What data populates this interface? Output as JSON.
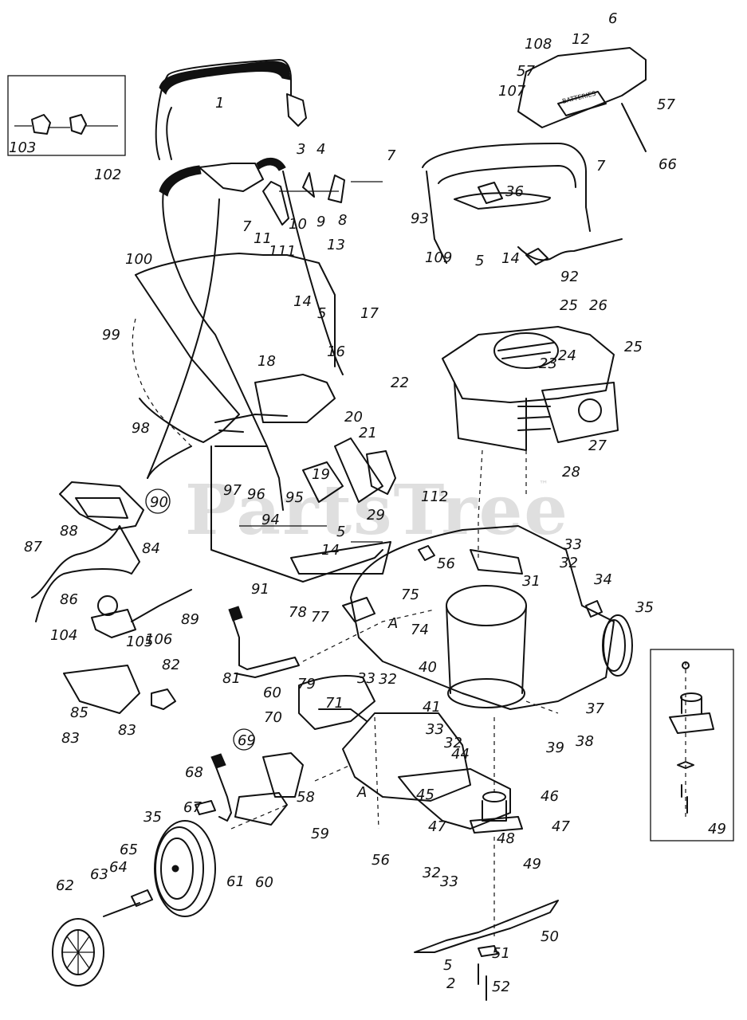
{
  "watermark": {
    "text": "PartsTree",
    "trademark": "™"
  },
  "decal_text": "BATTERIES",
  "callouts": [
    {
      "id": "c-1",
      "text": "1"
    },
    {
      "id": "c-2",
      "text": "2"
    },
    {
      "id": "c-3",
      "text": "3"
    },
    {
      "id": "c-4",
      "text": "4"
    },
    {
      "id": "c-5a",
      "text": "5"
    },
    {
      "id": "c-5b",
      "text": "5"
    },
    {
      "id": "c-5c",
      "text": "5"
    },
    {
      "id": "c-5d",
      "text": "5"
    },
    {
      "id": "c-6",
      "text": "6"
    },
    {
      "id": "c-7a",
      "text": "7"
    },
    {
      "id": "c-7b",
      "text": "7"
    },
    {
      "id": "c-7c",
      "text": "7"
    },
    {
      "id": "c-8",
      "text": "8"
    },
    {
      "id": "c-9",
      "text": "9"
    },
    {
      "id": "c-10",
      "text": "10"
    },
    {
      "id": "c-11",
      "text": "11"
    },
    {
      "id": "c-12",
      "text": "12"
    },
    {
      "id": "c-13",
      "text": "13"
    },
    {
      "id": "c-14a",
      "text": "14"
    },
    {
      "id": "c-14b",
      "text": "14"
    },
    {
      "id": "c-14c",
      "text": "14"
    },
    {
      "id": "c-16",
      "text": "16"
    },
    {
      "id": "c-17",
      "text": "17"
    },
    {
      "id": "c-18",
      "text": "18"
    },
    {
      "id": "c-19",
      "text": "19"
    },
    {
      "id": "c-20",
      "text": "20"
    },
    {
      "id": "c-21",
      "text": "21"
    },
    {
      "id": "c-22",
      "text": "22"
    },
    {
      "id": "c-23",
      "text": "23"
    },
    {
      "id": "c-24",
      "text": "24"
    },
    {
      "id": "c-25a",
      "text": "25"
    },
    {
      "id": "c-25b",
      "text": "25"
    },
    {
      "id": "c-26",
      "text": "26"
    },
    {
      "id": "c-27",
      "text": "27"
    },
    {
      "id": "c-28",
      "text": "28"
    },
    {
      "id": "c-29",
      "text": "29"
    },
    {
      "id": "c-31",
      "text": "31"
    },
    {
      "id": "c-32a",
      "text": "32"
    },
    {
      "id": "c-32b",
      "text": "32"
    },
    {
      "id": "c-32c",
      "text": "32"
    },
    {
      "id": "c-32d",
      "text": "32"
    },
    {
      "id": "c-33a",
      "text": "33"
    },
    {
      "id": "c-33b",
      "text": "33"
    },
    {
      "id": "c-33c",
      "text": "33"
    },
    {
      "id": "c-33d",
      "text": "33"
    },
    {
      "id": "c-34",
      "text": "34"
    },
    {
      "id": "c-35a",
      "text": "35"
    },
    {
      "id": "c-35b",
      "text": "35"
    },
    {
      "id": "c-36",
      "text": "36"
    },
    {
      "id": "c-37",
      "text": "37"
    },
    {
      "id": "c-38",
      "text": "38"
    },
    {
      "id": "c-39",
      "text": "39"
    },
    {
      "id": "c-40",
      "text": "40"
    },
    {
      "id": "c-41",
      "text": "41"
    },
    {
      "id": "c-44",
      "text": "44"
    },
    {
      "id": "c-45",
      "text": "45"
    },
    {
      "id": "c-46",
      "text": "46"
    },
    {
      "id": "c-47a",
      "text": "47"
    },
    {
      "id": "c-47b",
      "text": "47"
    },
    {
      "id": "c-48",
      "text": "48"
    },
    {
      "id": "c-49a",
      "text": "49"
    },
    {
      "id": "c-49b",
      "text": "49"
    },
    {
      "id": "c-50",
      "text": "50"
    },
    {
      "id": "c-51",
      "text": "51"
    },
    {
      "id": "c-52",
      "text": "52"
    },
    {
      "id": "c-56a",
      "text": "56"
    },
    {
      "id": "c-56b",
      "text": "56"
    },
    {
      "id": "c-57a",
      "text": "57"
    },
    {
      "id": "c-57b",
      "text": "57"
    },
    {
      "id": "c-58",
      "text": "58"
    },
    {
      "id": "c-59",
      "text": "59"
    },
    {
      "id": "c-60a",
      "text": "60"
    },
    {
      "id": "c-60b",
      "text": "60"
    },
    {
      "id": "c-61",
      "text": "61"
    },
    {
      "id": "c-62",
      "text": "62"
    },
    {
      "id": "c-63",
      "text": "63"
    },
    {
      "id": "c-64",
      "text": "64"
    },
    {
      "id": "c-65",
      "text": "65"
    },
    {
      "id": "c-66",
      "text": "66"
    },
    {
      "id": "c-67",
      "text": "67"
    },
    {
      "id": "c-68",
      "text": "68"
    },
    {
      "id": "c-69",
      "text": "69"
    },
    {
      "id": "c-70",
      "text": "70"
    },
    {
      "id": "c-71",
      "text": "71"
    },
    {
      "id": "c-74",
      "text": "74"
    },
    {
      "id": "c-75",
      "text": "75"
    },
    {
      "id": "c-77",
      "text": "77"
    },
    {
      "id": "c-78",
      "text": "78"
    },
    {
      "id": "c-79",
      "text": "79"
    },
    {
      "id": "c-81",
      "text": "81"
    },
    {
      "id": "c-82",
      "text": "82"
    },
    {
      "id": "c-83a",
      "text": "83"
    },
    {
      "id": "c-83b",
      "text": "83"
    },
    {
      "id": "c-84",
      "text": "84"
    },
    {
      "id": "c-85",
      "text": "85"
    },
    {
      "id": "c-86",
      "text": "86"
    },
    {
      "id": "c-87",
      "text": "87"
    },
    {
      "id": "c-88",
      "text": "88"
    },
    {
      "id": "c-89",
      "text": "89"
    },
    {
      "id": "c-90",
      "text": "90"
    },
    {
      "id": "c-91",
      "text": "91"
    },
    {
      "id": "c-92",
      "text": "92"
    },
    {
      "id": "c-93",
      "text": "93"
    },
    {
      "id": "c-94",
      "text": "94"
    },
    {
      "id": "c-95",
      "text": "95"
    },
    {
      "id": "c-96",
      "text": "96"
    },
    {
      "id": "c-97",
      "text": "97"
    },
    {
      "id": "c-98",
      "text": "98"
    },
    {
      "id": "c-99",
      "text": "99"
    },
    {
      "id": "c-100",
      "text": "100"
    },
    {
      "id": "c-102",
      "text": "102"
    },
    {
      "id": "c-103",
      "text": "103"
    },
    {
      "id": "c-104",
      "text": "104"
    },
    {
      "id": "c-105",
      "text": "105"
    },
    {
      "id": "c-106",
      "text": "106"
    },
    {
      "id": "c-107",
      "text": "107"
    },
    {
      "id": "c-108",
      "text": "108"
    },
    {
      "id": "c-109",
      "text": "109"
    },
    {
      "id": "c-111",
      "text": "111"
    },
    {
      "id": "c-112",
      "text": "112"
    },
    {
      "id": "c-A1",
      "text": "A"
    },
    {
      "id": "c-A2",
      "text": "A"
    }
  ]
}
